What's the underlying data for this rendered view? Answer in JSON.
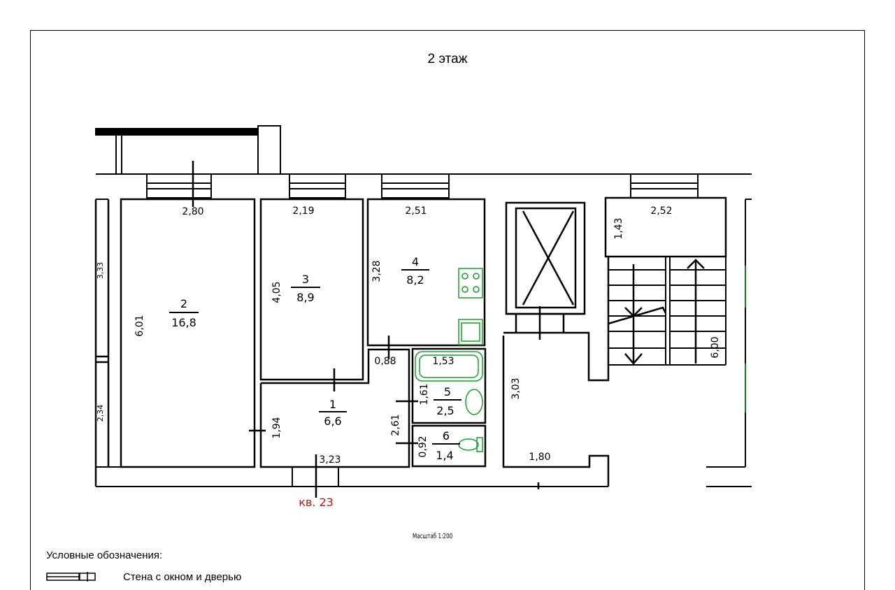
{
  "floor_title": "2 этаж",
  "apartment_label": "кв. 23",
  "scale_label": "Масштаб 1:200",
  "legend": {
    "title": "Условные обозначения:",
    "items": [
      {
        "label": "Стена с окном и дверью",
        "icon": "wall-window-door-symbol"
      }
    ]
  },
  "rooms": [
    {
      "number": "1",
      "area": "6,6"
    },
    {
      "number": "2",
      "area": "16,8"
    },
    {
      "number": "3",
      "area": "8,9"
    },
    {
      "number": "4",
      "area": "8,2"
    },
    {
      "number": "5",
      "area": "2,5"
    },
    {
      "number": "6",
      "area": "1,4"
    }
  ],
  "dimensions": [
    "2,80",
    "2,19",
    "2,51",
    "2,52",
    "6,01",
    "4,05",
    "3,28",
    "1,43",
    "0,88",
    "1,53",
    "1,61",
    "2,61",
    "1,94",
    "3,23",
    "0,92",
    "3,03",
    "1,80",
    "6,00",
    "3,33",
    "2,34"
  ],
  "colors": {
    "wall": "#000000",
    "fixture": "#1a9e2e",
    "apartment_label": "#cc1111"
  }
}
